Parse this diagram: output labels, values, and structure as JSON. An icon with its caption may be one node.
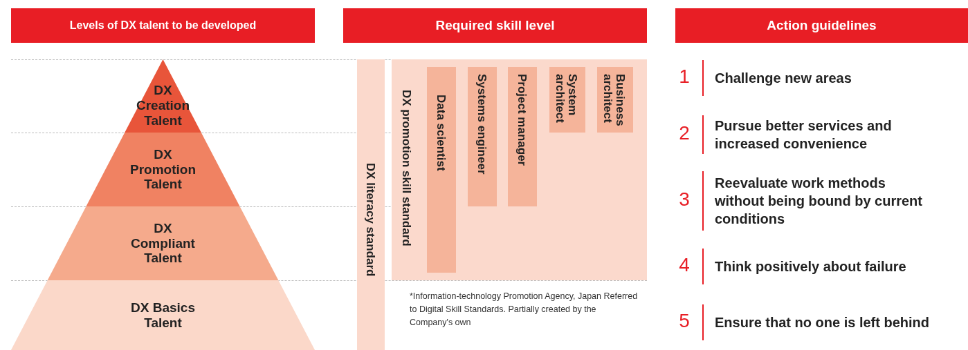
{
  "diagram": {
    "nodes": [
      {
        "text": [
          "Levels of DX talent to be developed"
        ]
      },
      {
        "text": [
          "Required skill level"
        ]
      },
      {
        "text": [
          "Action guidelines"
        ]
      },
      {
        "text": [
          "DX Creation Talent"
        ]
      },
      {
        "text": [
          "DX Promotion Talent"
        ]
      },
      {
        "text": [
          "DX Compliant Talent"
        ]
      },
      {
        "text": [
          "DX Basics Talent"
        ]
      },
      {
        "text": [
          "DX literacy standard"
        ]
      },
      {
        "text": [
          "DX promotion skill standard"
        ]
      },
      {
        "text": [
          "Data scientist"
        ],
        "in": 8
      },
      {
        "text": [
          "Systems engineer"
        ],
        "in": 8
      },
      {
        "text": [
          "Project manager"
        ],
        "in": 8
      },
      {
        "text": [
          "System architect"
        ],
        "in": 8
      },
      {
        "text": [
          "Business architect"
        ],
        "in": 8
      }
    ],
    "edges": [],
    "labels": [
      "*Information-technology Promotion Agency, Japan Referred to Digital Skill Standards. Partially created by the Company's own",
      "1",
      "Challenge new areas",
      "2",
      "Pursue better services and increased convenience",
      "3",
      "Reevaluate work methods without being bound by current conditions",
      "4",
      "Think positively about failure",
      "5",
      "Ensure that no one is left behind"
    ]
  }
}
